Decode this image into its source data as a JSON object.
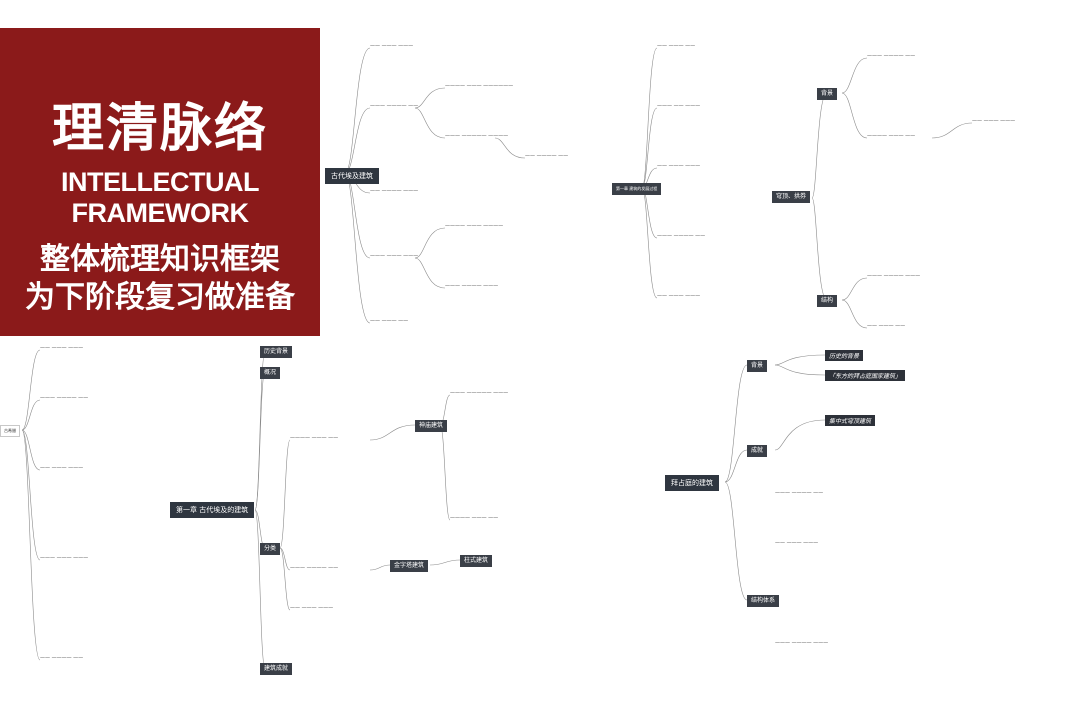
{
  "banner": {
    "title_cn": "理清脉络",
    "title_en": "INTELLECTUAL FRAMEWORK",
    "line1": "整体梳理知识框架",
    "line2": "为下阶段复习做准备"
  },
  "maps": {
    "bottom_center": {
      "root": "第一章  古代埃及的建筑",
      "branch1": "历史背景",
      "branch2": "概况",
      "branch3": "分类",
      "branch4": "建筑成就",
      "node_pyramid": "金字塔建筑",
      "node_temple": "神庙建筑",
      "node_pillar": "柱式建筑"
    },
    "bottom_right": {
      "root": "拜占庭的建筑",
      "branch1": "背景",
      "branch2": "成就",
      "branch3": "结构体系",
      "tag1": "历史的背景",
      "tag2": "「东方的拜占庭国家建筑」",
      "tag3": "集中式穹顶建筑"
    },
    "top_right": {
      "root": "穹顶、拱券",
      "branch1": "背景",
      "branch2": "结构"
    },
    "bottom_left": {
      "root": "古希腊"
    },
    "top_center": {
      "root": "古代埃及建筑"
    },
    "top_mid": {
      "root": "第一章  建筑的发展过程"
    }
  }
}
